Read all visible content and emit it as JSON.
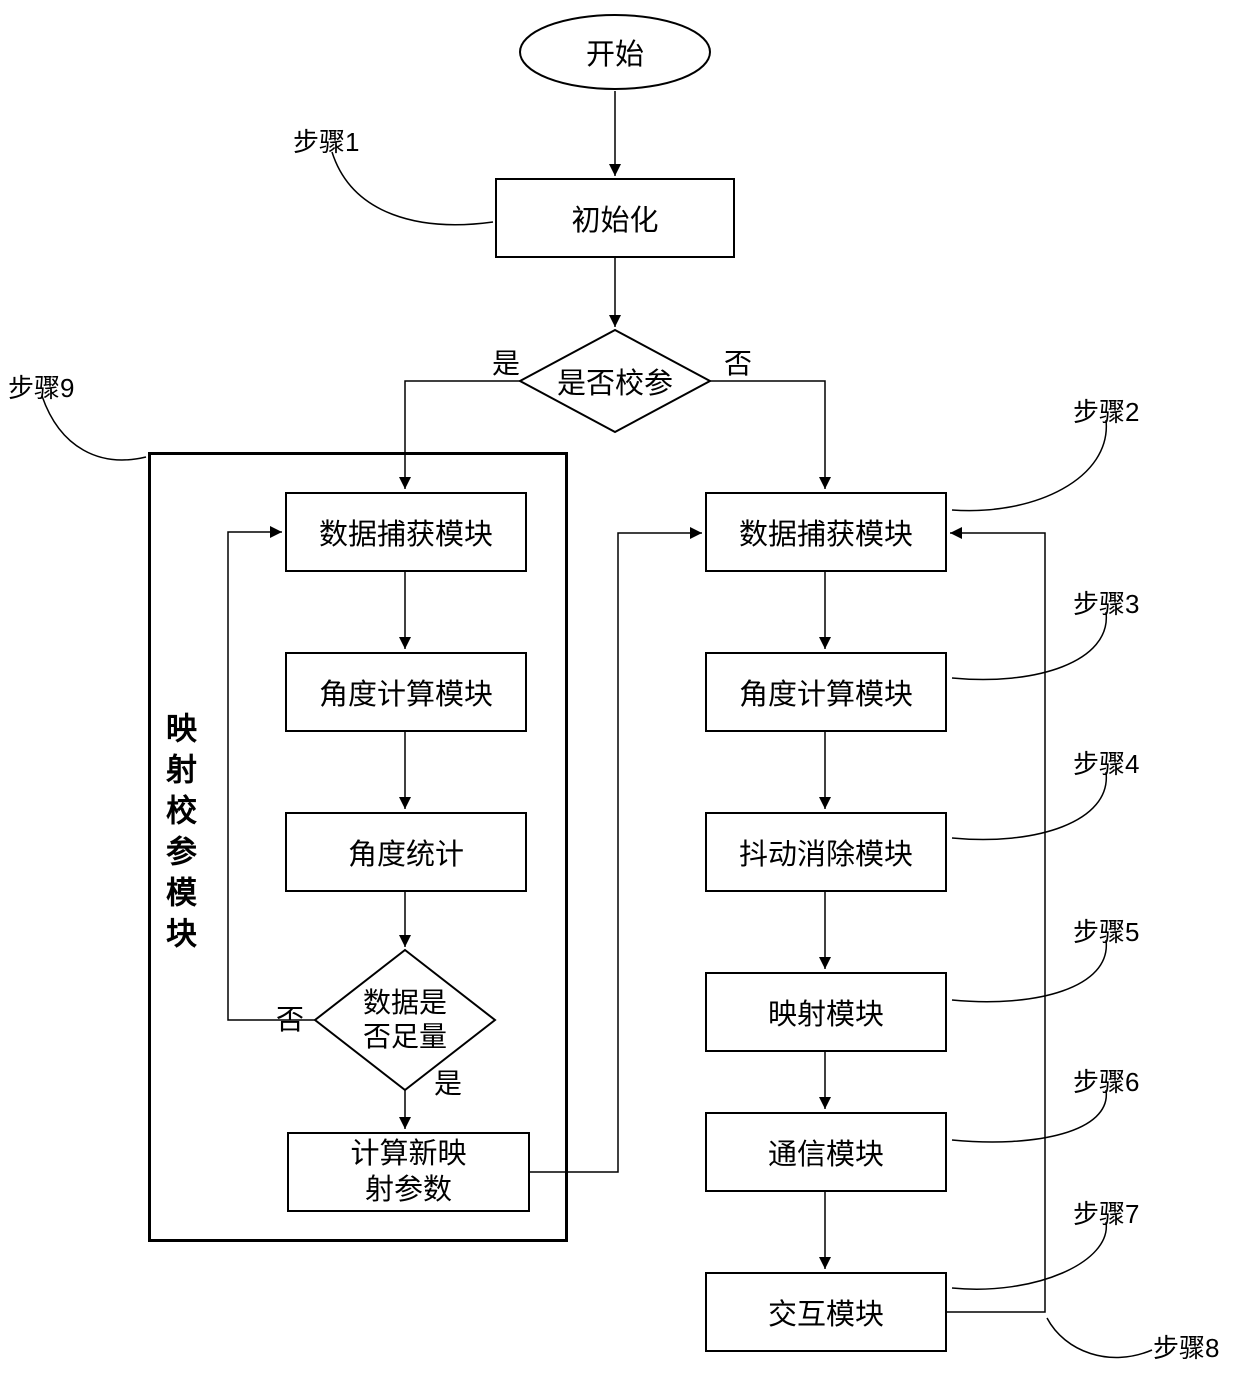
{
  "diagram": {
    "start": "开始",
    "init_box": "初始化",
    "calib_decision": "是否校参",
    "branch_yes": "是",
    "branch_no": "否",
    "calib_module": {
      "module_title": "映射校参模块",
      "capture": "数据捕获模块",
      "angle_calc": "角度计算模块",
      "angle_stat": "角度统计",
      "sufficient_line1": "数据是",
      "sufficient_line2": "否足量",
      "no_label": "否",
      "yes_label": "是",
      "compute_line1": "计算新映",
      "compute_line2": "射参数"
    },
    "main_flow": {
      "capture": "数据捕获模块",
      "angle_calc": "角度计算模块",
      "jitter": "抖动消除模块",
      "mapping": "映射模块",
      "comm": "通信模块",
      "interact": "交互模块"
    },
    "labels": {
      "step1": "步骤1",
      "step2": "步骤2",
      "step3": "步骤3",
      "step4": "步骤4",
      "step5": "步骤5",
      "step6": "步骤6",
      "step7": "步骤7",
      "step8": "步骤8",
      "step9": "步骤9"
    },
    "colors": {
      "stroke": "#000000",
      "fill": "#ffffff"
    }
  }
}
